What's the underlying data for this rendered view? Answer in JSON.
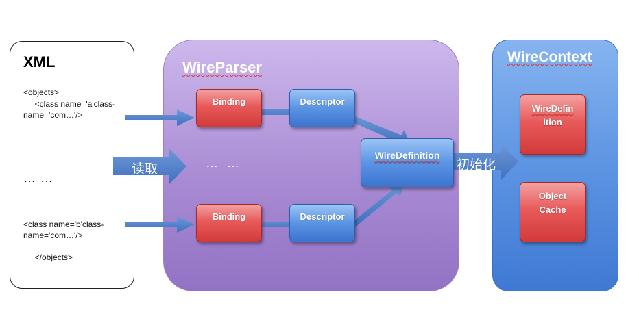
{
  "xml": {
    "title": "XML",
    "lines_a": [
      "<objects>",
      "     <class name='a'class-",
      "name='com…'/>"
    ],
    "dots": "… …",
    "lines_b": [
      "<class name='b'class-",
      "name='com…'/>"
    ],
    "closing": "     </objects>"
  },
  "read_label": "读取",
  "init_label": "初始化",
  "parser": {
    "title": "WireParser",
    "binding_top": "Binding",
    "descriptor_top": "Descriptor",
    "dots": "… …",
    "binding_bottom": "Binding",
    "descriptor_bottom": "Descriptor",
    "definition": "WireDefinition"
  },
  "context": {
    "title": "WireContext",
    "definition_line1": "WireDefin",
    "definition_line2": "ition",
    "cache_line1": "Object",
    "cache_line2": "Cache"
  },
  "colors": {
    "arrow": "#4a7cc9",
    "parser_panel": "#b59be0",
    "context_panel": "#5d94e2",
    "red_node": "#e85a5a",
    "blue_node": "#5a94e4"
  }
}
